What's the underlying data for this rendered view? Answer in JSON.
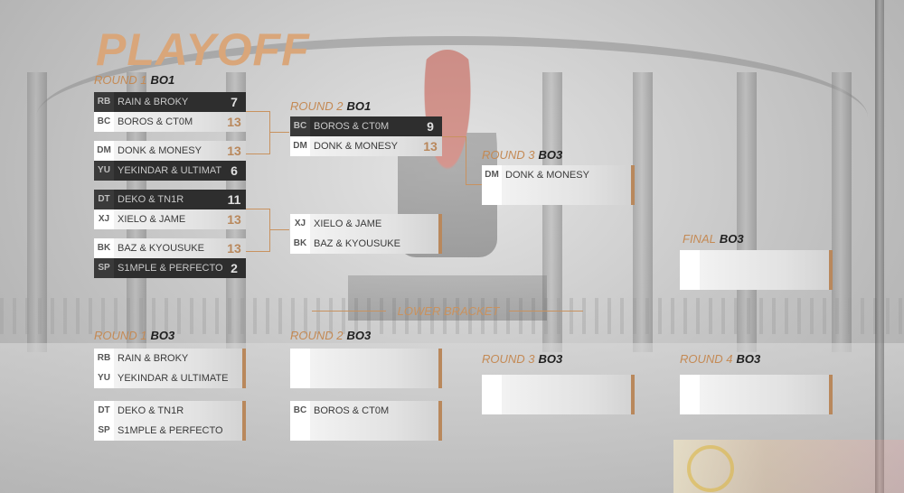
{
  "title": "PLAYOFF",
  "upper": {
    "round1": {
      "label": "ROUND 1",
      "format": "BO1",
      "matches": [
        [
          {
            "abbr": "RB",
            "name": "RAIN & BROKY",
            "score": "7",
            "win": false
          },
          {
            "abbr": "BC",
            "name": "BOROS & CT0M",
            "score": "13",
            "win": true
          }
        ],
        [
          {
            "abbr": "DM",
            "name": "DONK & MONESY",
            "score": "13",
            "win": true
          },
          {
            "abbr": "YU",
            "name": "YEKINDAR & ULTIMATE",
            "score": "6",
            "win": false
          }
        ],
        [
          {
            "abbr": "DT",
            "name": "DEKO & TN1R",
            "score": "11",
            "win": false
          },
          {
            "abbr": "XJ",
            "name": "XIELO & JAME",
            "score": "13",
            "win": true
          }
        ],
        [
          {
            "abbr": "BK",
            "name": "BAZ & KYOUSUKE",
            "score": "13",
            "win": true
          },
          {
            "abbr": "SP",
            "name": "S1MPLE & PERFECTO",
            "score": "2",
            "win": false
          }
        ]
      ]
    },
    "round2": {
      "label": "ROUND 2",
      "format": "BO1",
      "matches": [
        [
          {
            "abbr": "BC",
            "name": "BOROS & CT0M",
            "score": "9",
            "win": false
          },
          {
            "abbr": "DM",
            "name": "DONK & MONESY",
            "score": "13",
            "win": true
          }
        ],
        [
          {
            "abbr": "XJ",
            "name": "XIELO & JAME",
            "score": "",
            "win": true
          },
          {
            "abbr": "BK",
            "name": "BAZ & KYOUSUKE",
            "score": "",
            "win": true
          }
        ]
      ]
    },
    "round3": {
      "label": "ROUND 3",
      "format": "BO3",
      "matches": [
        [
          {
            "abbr": "DM",
            "name": "DONK & MONESY",
            "score": "",
            "win": true
          },
          {
            "abbr": "",
            "name": "",
            "score": "",
            "win": true
          }
        ]
      ]
    },
    "final": {
      "label": "FINAL",
      "format": "BO3"
    }
  },
  "lower": {
    "title": "LOWER BRACKET",
    "round1": {
      "label": "ROUND 1",
      "format": "BO3",
      "matches": [
        [
          {
            "abbr": "RB",
            "name": "RAIN & BROKY"
          },
          {
            "abbr": "YU",
            "name": "YEKINDAR & ULTIMATE"
          }
        ],
        [
          {
            "abbr": "DT",
            "name": "DEKO & TN1R"
          },
          {
            "abbr": "SP",
            "name": "S1MPLE & PERFECTO"
          }
        ]
      ]
    },
    "round2": {
      "label": "ROUND 2",
      "format": "BO3",
      "matches": [
        [
          {
            "abbr": "",
            "name": ""
          },
          {
            "abbr": "",
            "name": ""
          }
        ],
        [
          {
            "abbr": "BC",
            "name": "BOROS & CT0M"
          },
          {
            "abbr": "",
            "name": ""
          }
        ]
      ]
    },
    "round3": {
      "label": "ROUND 3",
      "format": "BO3"
    },
    "round4": {
      "label": "ROUND 4",
      "format": "BO3"
    }
  },
  "colors": {
    "accent": "#c8925f",
    "title": "#d9a67a",
    "dark_slot": "#2e2e2e"
  }
}
